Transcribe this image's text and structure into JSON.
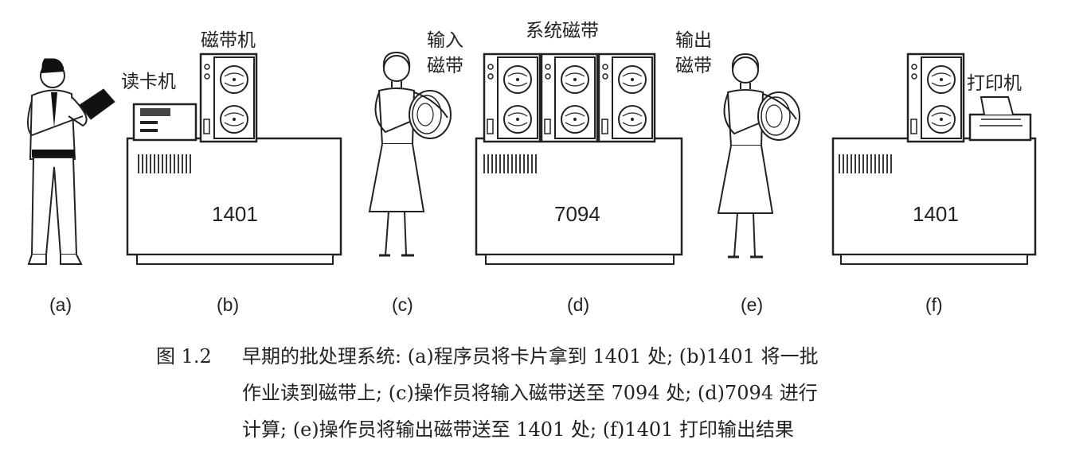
{
  "labels": {
    "card_reader": "读卡机",
    "tape_drive": "磁带机",
    "input_tape_1": "输入",
    "input_tape_2": "磁带",
    "system_tape": "系统磁带",
    "output_tape_1": "输出",
    "output_tape_2": "磁带",
    "printer": "打印机"
  },
  "machines": {
    "left": "1401",
    "center": "7094",
    "right": "1401"
  },
  "panels": [
    "(a)",
    "(b)",
    "(c)",
    "(d)",
    "(e)",
    "(f)"
  ],
  "caption": {
    "number": "图 1.2",
    "line1": "早期的批处理系统: (a)程序员将卡片拿到 1401 处; (b)1401 将一批",
    "line2": "作业读到磁带上; (c)操作员将输入磁带送至 7094 处; (d)7094 进行",
    "line3": "计算; (e)操作员将输出磁带送至 1401 处; (f)1401 打印输出结果"
  }
}
